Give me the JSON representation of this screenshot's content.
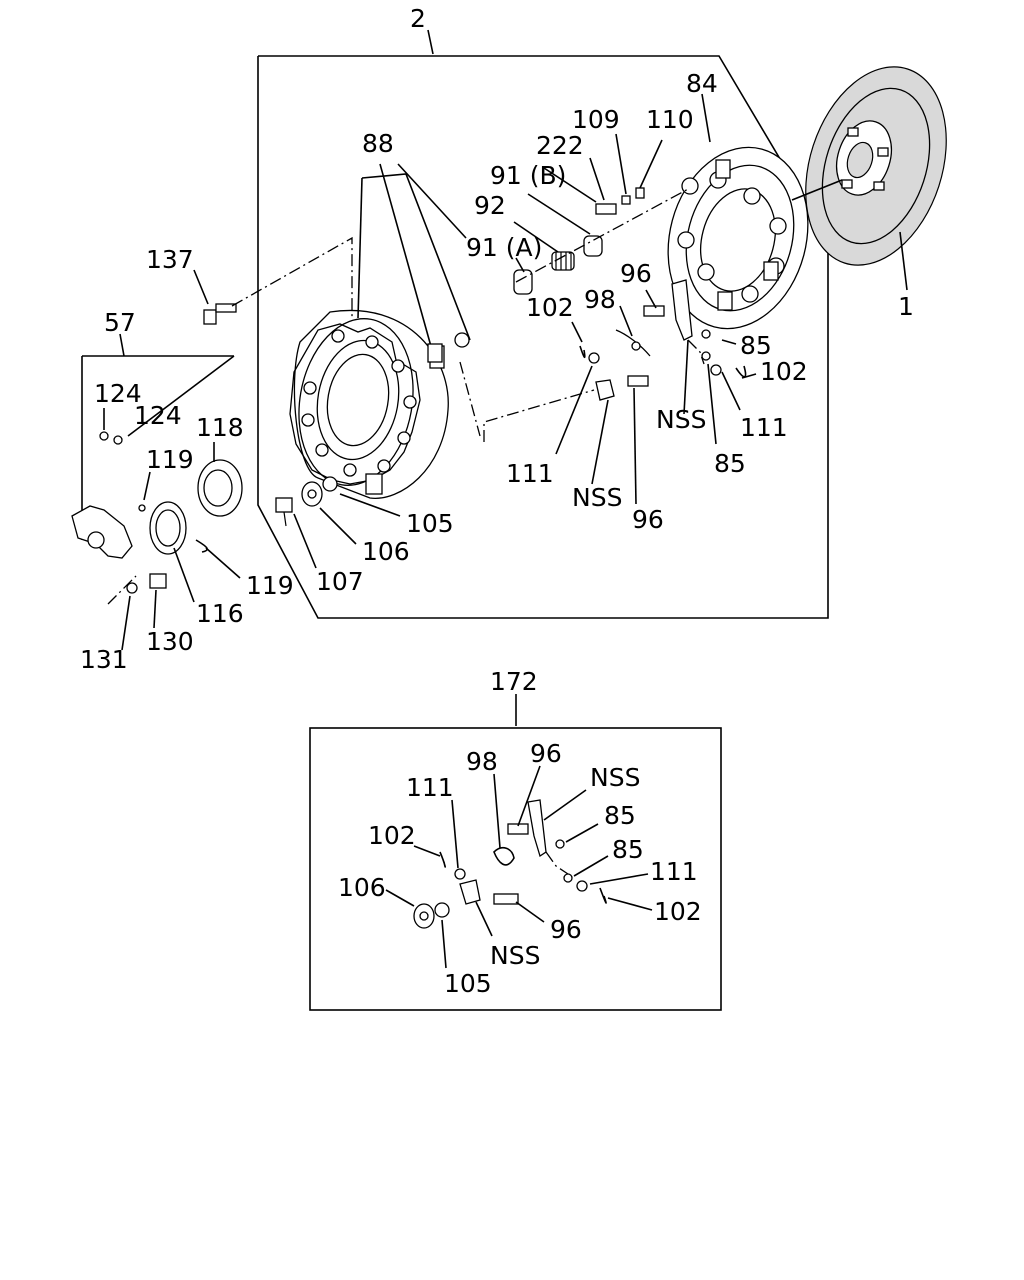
{
  "labels": {
    "l2": "2",
    "l84": "84",
    "l1": "1",
    "l88": "88",
    "l109": "109",
    "l110": "110",
    "l222": "222",
    "l91b": "91 (B)",
    "l92": "92",
    "l91a": "91 (A)",
    "l137": "137",
    "l96a": "96",
    "l98a": "98",
    "l102a": "102",
    "l85a": "85",
    "l102b": "102",
    "l57": "57",
    "l124a": "124",
    "l124b": "124",
    "l118": "118",
    "l119a": "119",
    "l111a": "111",
    "lnssa": "NSS",
    "l111b": "111",
    "l85b": "85",
    "lnssb": "NSS",
    "l96b": "96",
    "l105a": "105",
    "l106a": "106",
    "l107": "107",
    "l119b": "119",
    "l116": "116",
    "l130": "130",
    "l131": "131",
    "l172": "172",
    "l98b": "98",
    "l96c": "96",
    "lnssc": "NSS",
    "l111c": "111",
    "l85c": "85",
    "l102c": "102",
    "l85d": "85",
    "l111d": "111",
    "l106b": "106",
    "l102d": "102",
    "l96d": "96",
    "lnssd": "NSS",
    "l105b": "105"
  }
}
